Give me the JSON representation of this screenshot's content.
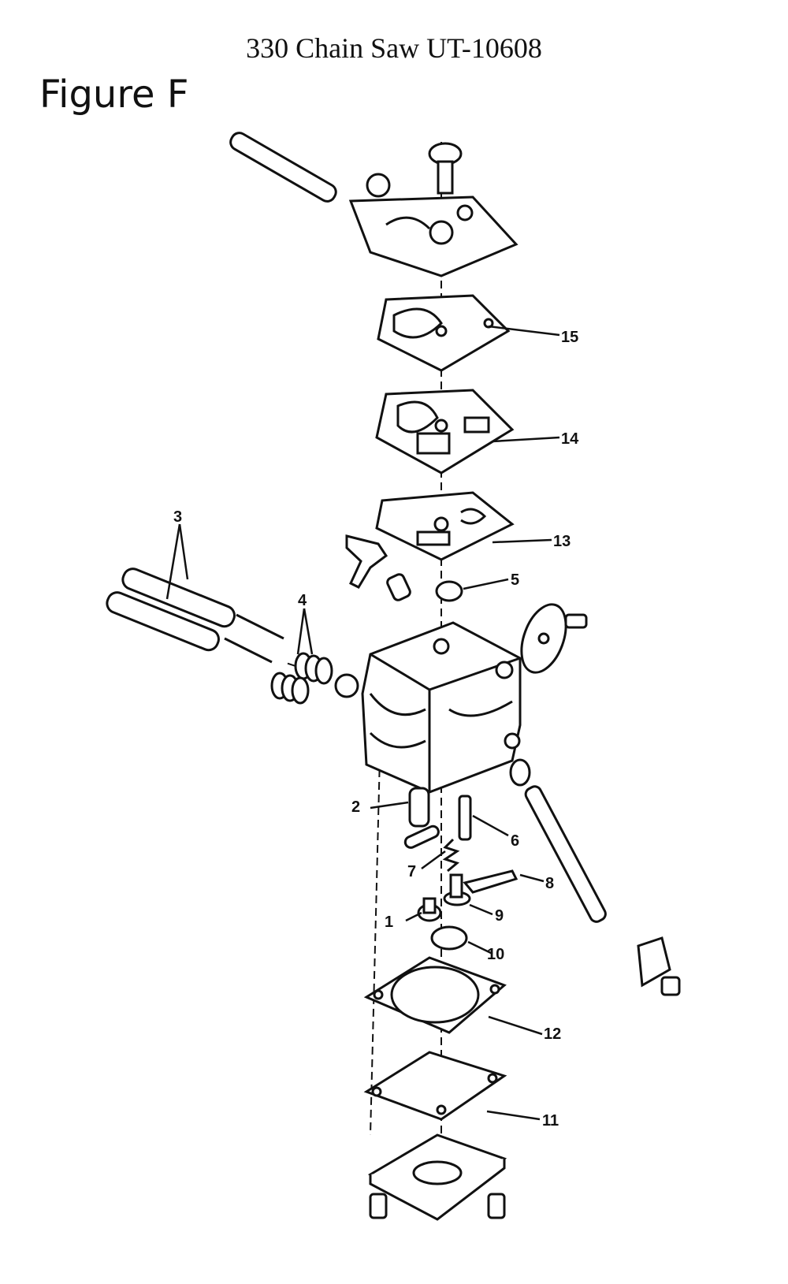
{
  "header": {
    "title": "330 Chain Saw UT-10608"
  },
  "figure": {
    "label": "Figure F"
  },
  "callouts": [
    {
      "id": "1",
      "text": "1"
    },
    {
      "id": "2",
      "text": "2"
    },
    {
      "id": "3",
      "text": "3"
    },
    {
      "id": "4",
      "text": "4"
    },
    {
      "id": "5",
      "text": "5"
    },
    {
      "id": "6",
      "text": "6"
    },
    {
      "id": "7",
      "text": "7"
    },
    {
      "id": "8",
      "text": "8"
    },
    {
      "id": "9",
      "text": "9"
    },
    {
      "id": "10",
      "text": "10"
    },
    {
      "id": "11",
      "text": "11"
    },
    {
      "id": "12",
      "text": "12"
    },
    {
      "id": "13",
      "text": "13"
    },
    {
      "id": "14",
      "text": "14"
    },
    {
      "id": "15",
      "text": "15"
    }
  ]
}
